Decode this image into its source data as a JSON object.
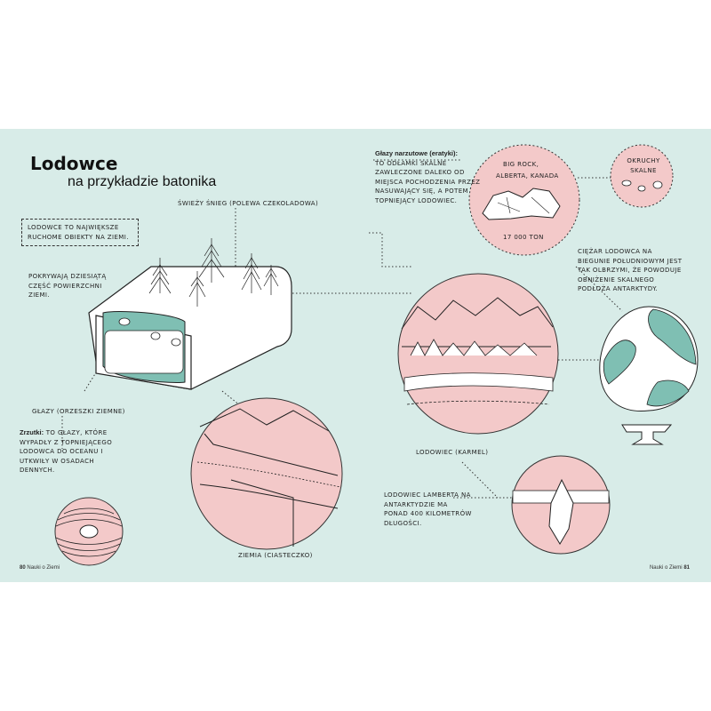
{
  "heading": {
    "title": "Lodowce",
    "subtitle": "na przykładzie batonika"
  },
  "labels": {
    "snow": "ŚWIEŻY ŚNIEG (POLEWA CZEKOLADOWA)",
    "glaciers_box": "LODOWCE TO NAJWIĘKSZE RUCHOME OBIEKTY NA ZIEMI.",
    "cover": "POKRYWAJĄ DZIESIĄTĄ CZĘŚĆ POWIERZCHNI ZIEMI.",
    "boulders": "GŁAZY (ORZESZKI ZIEMNE)",
    "dropstones_title": "Zrzutki:",
    "dropstones_text": "TO GŁAZY, KTÓRE WYPADŁY Z TOPNIEJĄCEGO LODOWCA DO OCEANU I UTKWIŁY W OSADACH DENNYCH.",
    "erratics_title": "Głazy narzutowe (eratyki):",
    "erratics_text": "TO ODŁAMKI SKALNE ZAWLECZONE DALEKO OD MIEJSCA POCHODZENIA PRZEZ NASUWAJĄCY SIĘ, A POTEM TOPNIEJĄCY LODOWIEC.",
    "big_rock": "BIG ROCK,",
    "big_rock_place": "ALBERTA, KANADA",
    "big_rock_weight": "17 000 TON",
    "crumbs": "OKRUCHY SKALNE",
    "weight": "CIĘŻAR LODOWCA NA BIEGUNIE POŁUDNIOWYM JEST TAK OLBRZYMI, ŻE POWODUJE OBNIŻENIE SKALNEGO PODŁOŻA ANTARKTYDY.",
    "glacier_caramel": "LODOWIEC (KARMEL)",
    "lambert": "LODOWIEC LAMBERTA NA ANTARKTYDZIE MA PONAD 400 KILOMETRÓW DŁUGOŚCI.",
    "earth": "ZIEMIA (CIASTECZKO)"
  },
  "footer": {
    "left_num": "80",
    "left_text": "Nauki o Ziemi",
    "right_text": "Nauki o Ziemi",
    "right_num": "81"
  },
  "colors": {
    "background": "#d8ece8",
    "pink": "#f3c9c9",
    "teal": "#7fbfb3",
    "ink": "#222222"
  }
}
